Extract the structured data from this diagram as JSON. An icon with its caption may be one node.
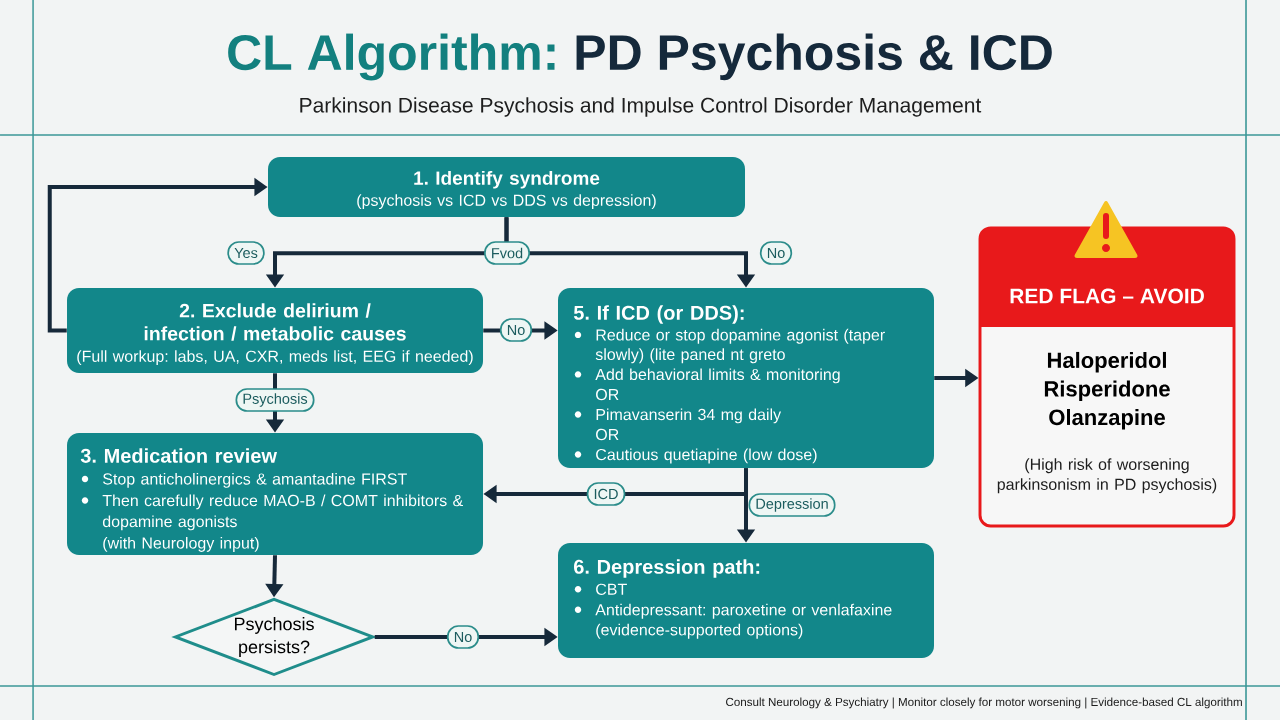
{
  "diagram": {
    "title": "CL Algorithm: PD Psychosis & ICD",
    "nodes": [
      {
        "text": [
          "1. Identify syndrome",
          "(psychosis vs ICD vs DDS vs depression)"
        ]
      },
      {
        "text": [
          "2. Exclude delirium / infection / metabolic causes",
          "(Full workup: labs, UA, CXR, meds list, EEG if needed)"
        ]
      },
      {
        "text": [
          "3. Medication review",
          "Stop anticholinergics & amantadine FIRST",
          "Then carefully reduce MAO-B / COMT inhibitors & dopamine agonists",
          "(with Neurology input)"
        ]
      },
      {
        "text": [
          "Psychosis persists?"
        ]
      },
      {
        "text": [
          "5. If ICD (or DDS):",
          "Reduce or stop dopamine agonist (taper slowly) (lite paned nt greto",
          "Add behavioral limits & monitoring",
          "OR",
          "Pimavanserin 34 mg daily",
          "OR",
          "Cautious quetiapine (low dose)"
        ]
      },
      {
        "text": [
          "6. Depression path:",
          "CBT",
          "Antidepressant: paroxetine or venlafaxine (evidence-supported options)"
        ]
      },
      {
        "text": [
          "RED FLAG – AVOID",
          "Haloperidol",
          "Risperidone",
          "Olanzapine",
          "(High risk of worsening parkinsonism in PD psychosis)"
        ]
      }
    ],
    "edges": [
      {
        "from": 0,
        "to": 1,
        "arrow": "to",
        "label": "Yes"
      },
      {
        "from": 0,
        "to": 4,
        "arrow": "to",
        "label": "No"
      },
      {
        "from": 1,
        "to": 0,
        "arrow": "to"
      },
      {
        "from": 1,
        "to": 4,
        "arrow": "to",
        "label": "No"
      },
      {
        "from": 1,
        "to": 2,
        "arrow": "to",
        "label": "Psychosis"
      },
      {
        "from": 4,
        "to": 6,
        "arrow": "to"
      },
      {
        "from": 4,
        "to": 2,
        "arrow": "to",
        "label": "ICD"
      },
      {
        "from": 4,
        "to": 5,
        "arrow": "to",
        "label": "Depression"
      },
      {
        "from": 2,
        "to": 3,
        "arrow": "to"
      },
      {
        "from": 3,
        "to": 5,
        "arrow": "to",
        "label": "No"
      }
    ],
    "labels": [
      "Parkinson Disease Psychosis and Impulse Control Disorder Management",
      "Fvod",
      "Consult Neurology & Psychiatry | Monitor closely for motor worsening | Evidence-based CL algorithm"
    ]
  }
}
